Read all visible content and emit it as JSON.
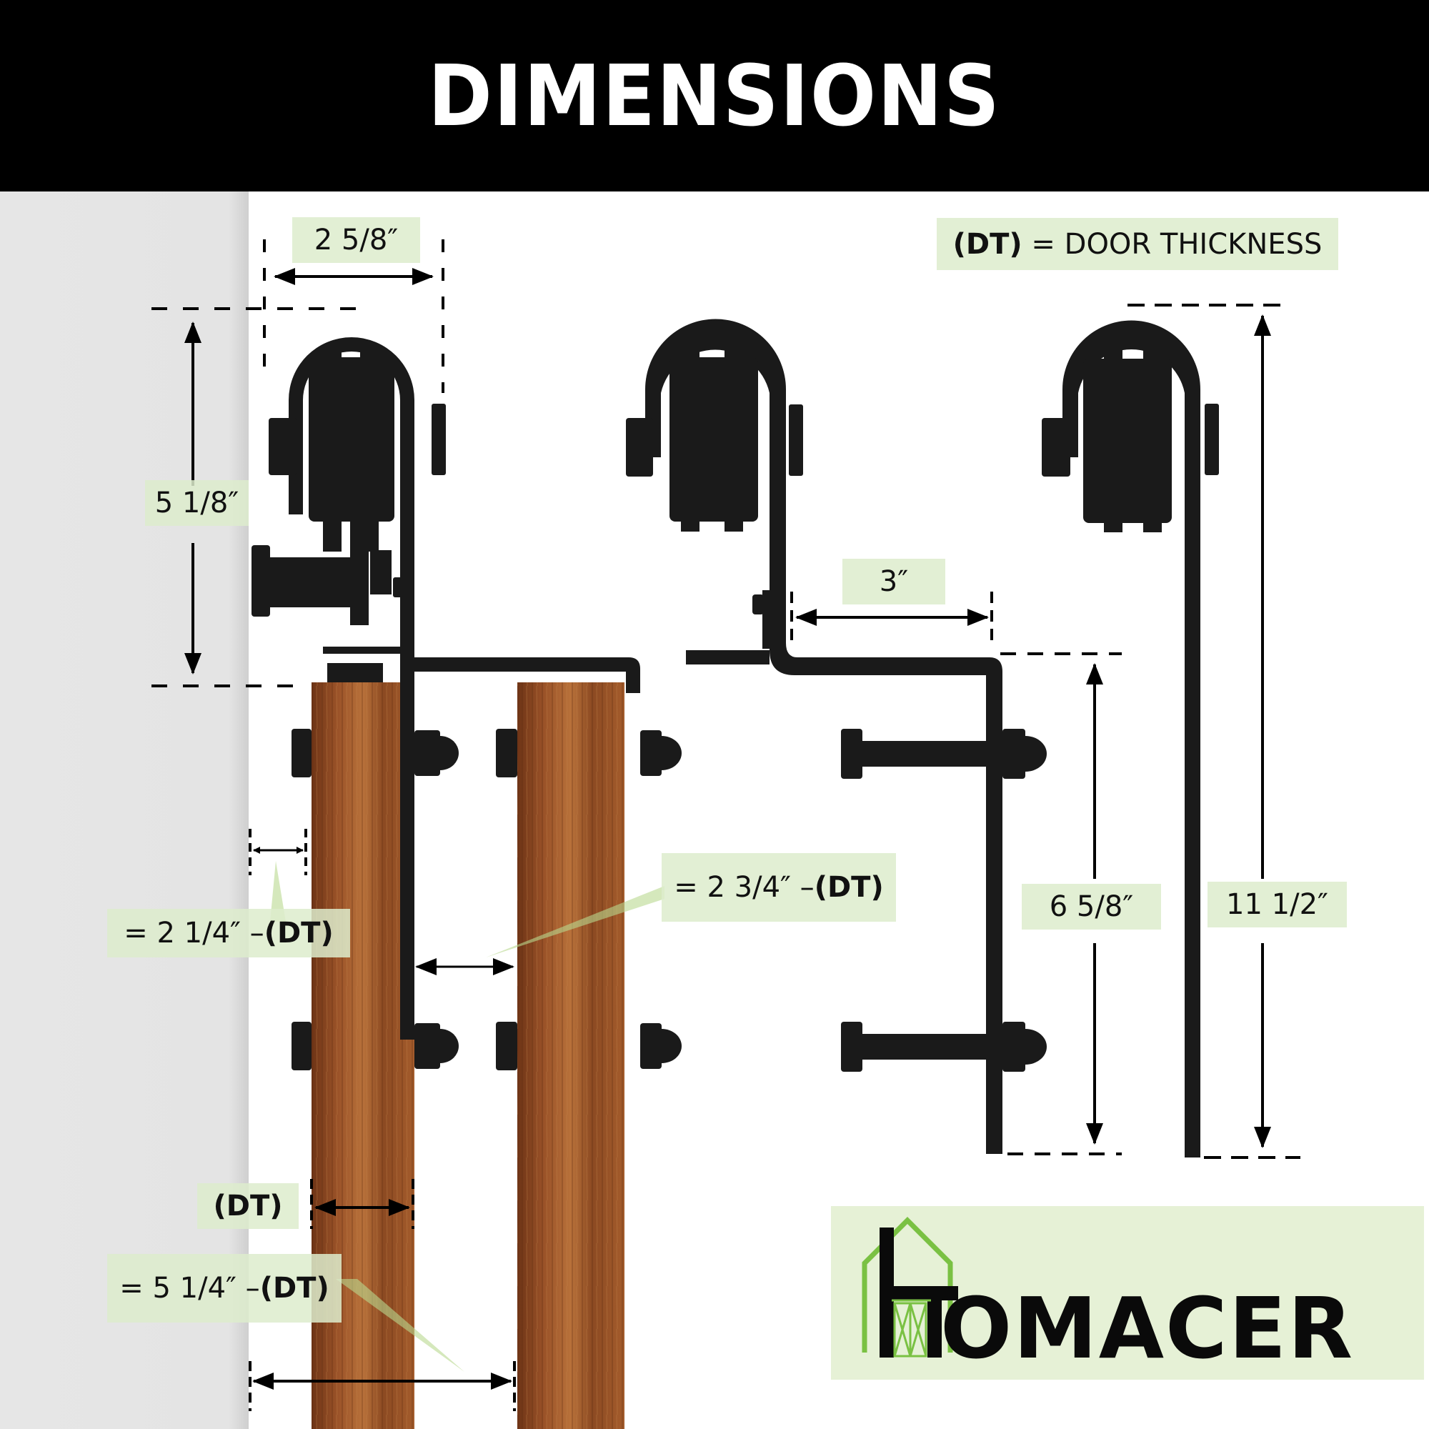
{
  "header": {
    "title": "DIMENSIONS"
  },
  "legend": {
    "dt_abbrev": "(DT)",
    "dt_definition": "= DOOR THICKNESS"
  },
  "dimensions": {
    "roller_width": "2 5/8″",
    "roller_height": "5 1/8″",
    "offset_bend": "3″",
    "straight_strap_mount": "6 5/8″",
    "straight_strap_total": "11 1/2″",
    "wall_gap_prefix": "= 2 1/4″ – ",
    "wall_gap_suffix": "(DT)",
    "door_gap_prefix": "= 2 3/4″ – ",
    "door_gap_suffix": "(DT)",
    "door_thickness": "(DT)",
    "total_span_prefix": "= 5 1/4″ – ",
    "total_span_suffix": "(DT)"
  },
  "brand": {
    "name": "OMACER",
    "full_name": "HOMACER",
    "accent_color": "#7ac143"
  },
  "colors": {
    "label_bg": "#ddecd0",
    "header_bg": "#000000",
    "wall": "#e5e5e5",
    "hardware": "#1a1a1a",
    "wood": "#8b4a22"
  }
}
